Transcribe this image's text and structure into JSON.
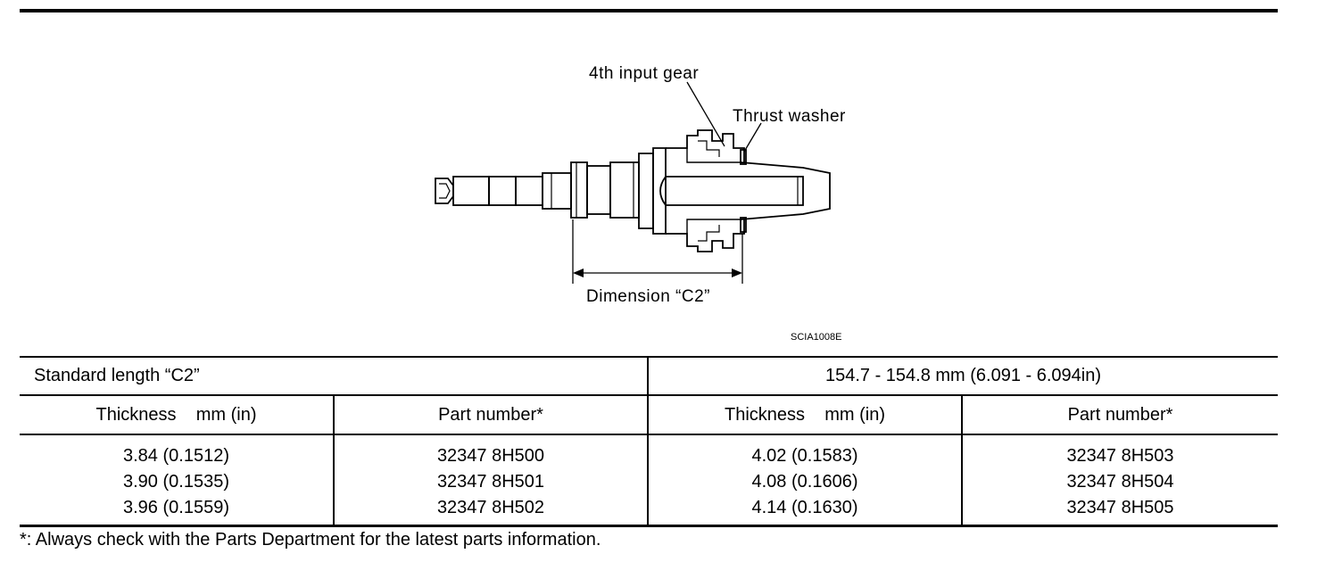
{
  "figure": {
    "labels": {
      "gear": "4th input gear",
      "washer": "Thrust washer",
      "dimension": "Dimension “C2”"
    },
    "code": "SCIA1008E"
  },
  "table": {
    "standard": {
      "label": "Standard length “C2”",
      "value": "154.7 - 154.8 mm (6.091 - 6.094in)"
    },
    "headers": [
      "Thickness    mm (in)",
      "Part number*",
      "Thickness    mm (in)",
      "Part number*"
    ],
    "columns": [
      [
        "3.84 (0.1512)",
        "3.90 (0.1535)",
        "3.96 (0.1559)"
      ],
      [
        "32347 8H500",
        "32347 8H501",
        "32347 8H502"
      ],
      [
        "4.02 (0.1583)",
        "4.08 (0.1606)",
        "4.14 (0.1630)"
      ],
      [
        "32347 8H503",
        "32347 8H504",
        "32347 8H505"
      ]
    ]
  },
  "footnote": "*: Always check with the Parts Department for the latest parts information."
}
